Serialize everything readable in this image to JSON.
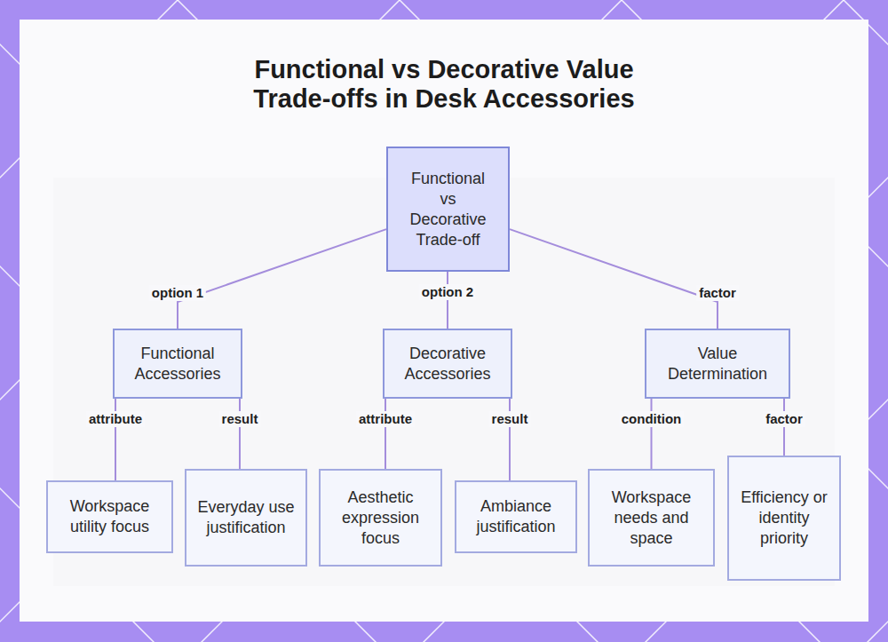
{
  "diagram": {
    "title": "Functional vs Decorative Value Trade-offs in Desk Accessories",
    "nodes": [
      {
        "text": [
          "Functional vs Decorative Trade-off"
        ]
      },
      {
        "text": [
          "Functional Accessories"
        ]
      },
      {
        "text": [
          "Decorative Accessories"
        ]
      },
      {
        "text": [
          "Value Determination"
        ]
      },
      {
        "text": [
          "Workspace utility focus"
        ]
      },
      {
        "text": [
          "Everyday use justification"
        ]
      },
      {
        "text": [
          "Aesthetic expression focus"
        ]
      },
      {
        "text": [
          "Ambiance justification"
        ]
      },
      {
        "text": [
          "Workspace needs and space"
        ]
      },
      {
        "text": [
          "Efficiency or identity priority"
        ]
      }
    ],
    "edges": [
      {
        "from": 0,
        "to": 1,
        "label": "option 1",
        "arrow": "none"
      },
      {
        "from": 0,
        "to": 2,
        "label": "option 2",
        "arrow": "none"
      },
      {
        "from": 0,
        "to": 3,
        "label": "factor",
        "arrow": "none"
      },
      {
        "from": 1,
        "to": 4,
        "label": "attribute",
        "arrow": "none"
      },
      {
        "from": 1,
        "to": 5,
        "label": "result",
        "arrow": "none"
      },
      {
        "from": 2,
        "to": 6,
        "label": "attribute",
        "arrow": "none"
      },
      {
        "from": 2,
        "to": 7,
        "label": "result",
        "arrow": "none"
      },
      {
        "from": 3,
        "to": 8,
        "label": "condition",
        "arrow": "none"
      },
      {
        "from": 3,
        "to": 9,
        "label": "factor",
        "arrow": "none"
      }
    ]
  }
}
